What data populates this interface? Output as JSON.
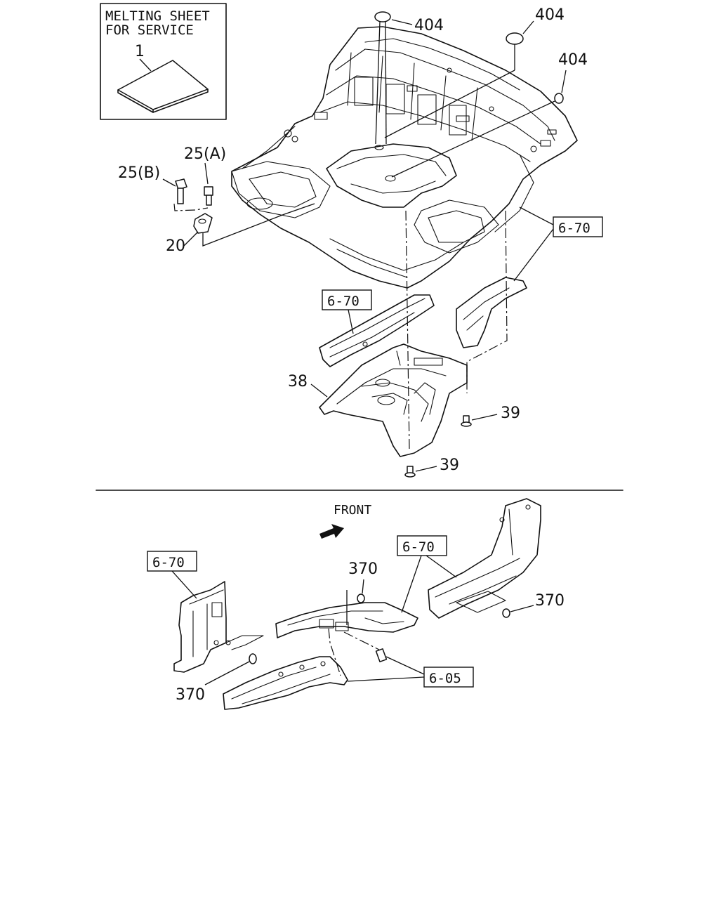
{
  "inset": {
    "title_line1": "MELTING SHEET",
    "title_line2": "FOR SERVICE",
    "part_number": "1"
  },
  "labels": {
    "p404_a": "404",
    "p404_b": "404",
    "p404_c": "404",
    "p25a": "25(A)",
    "p25b": "25(B)",
    "p20": "20",
    "p38": "38",
    "p39_a": "39",
    "p39_b": "39",
    "p370_a": "370",
    "p370_b": "370",
    "p370_c": "370"
  },
  "refs": {
    "r670_top_right": "6-70",
    "r670_mid": "6-70",
    "r670_bottom_left": "6-70",
    "r670_bottom_mid": "6-70",
    "r605": "6-05"
  },
  "front_label": "FRONT"
}
